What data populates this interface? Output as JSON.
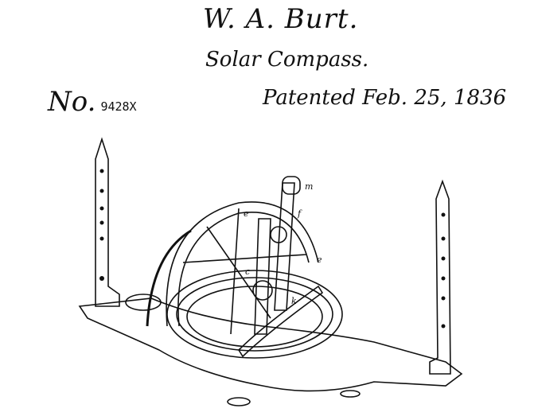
{
  "header": {
    "inventor": "W. A. Burt.",
    "title": "Solar Compass.",
    "number_prefix": "No.",
    "number": "9428X",
    "patented": "Patented Feb. 25, 1836"
  },
  "figure": {
    "labels": [
      "m",
      "f",
      "e",
      "c",
      "e",
      "k"
    ]
  }
}
